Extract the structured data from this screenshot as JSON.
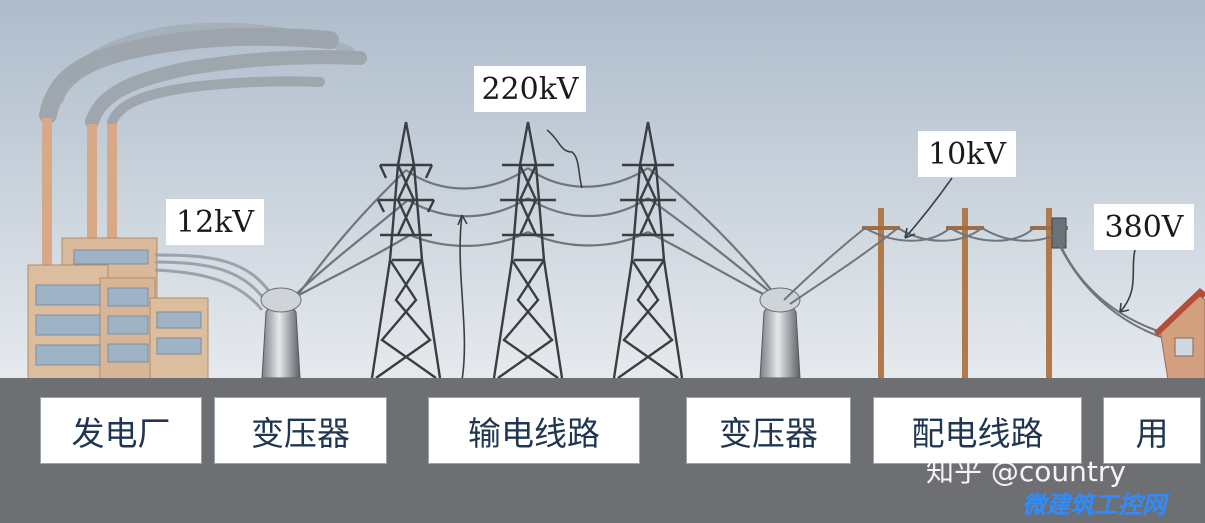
{
  "voltages": {
    "plant": "12kV",
    "transmission": "220kV",
    "distribution": "10kV",
    "consumer": "380V"
  },
  "stages": [
    "发电厂",
    "变压器",
    "输电线路",
    "变压器",
    "配电线路",
    "用"
  ],
  "watermark": {
    "zhihu": "知乎 @country",
    "site": "微建筑工控网"
  },
  "colors": {
    "ground": "#6e6f72",
    "sky_top": "#aebccb",
    "sky_bottom": "#e4e9ee",
    "building": "#d9b99a",
    "tower": "#3b3d40",
    "pole": "#b07a4a",
    "label_text": "#1f3550"
  }
}
